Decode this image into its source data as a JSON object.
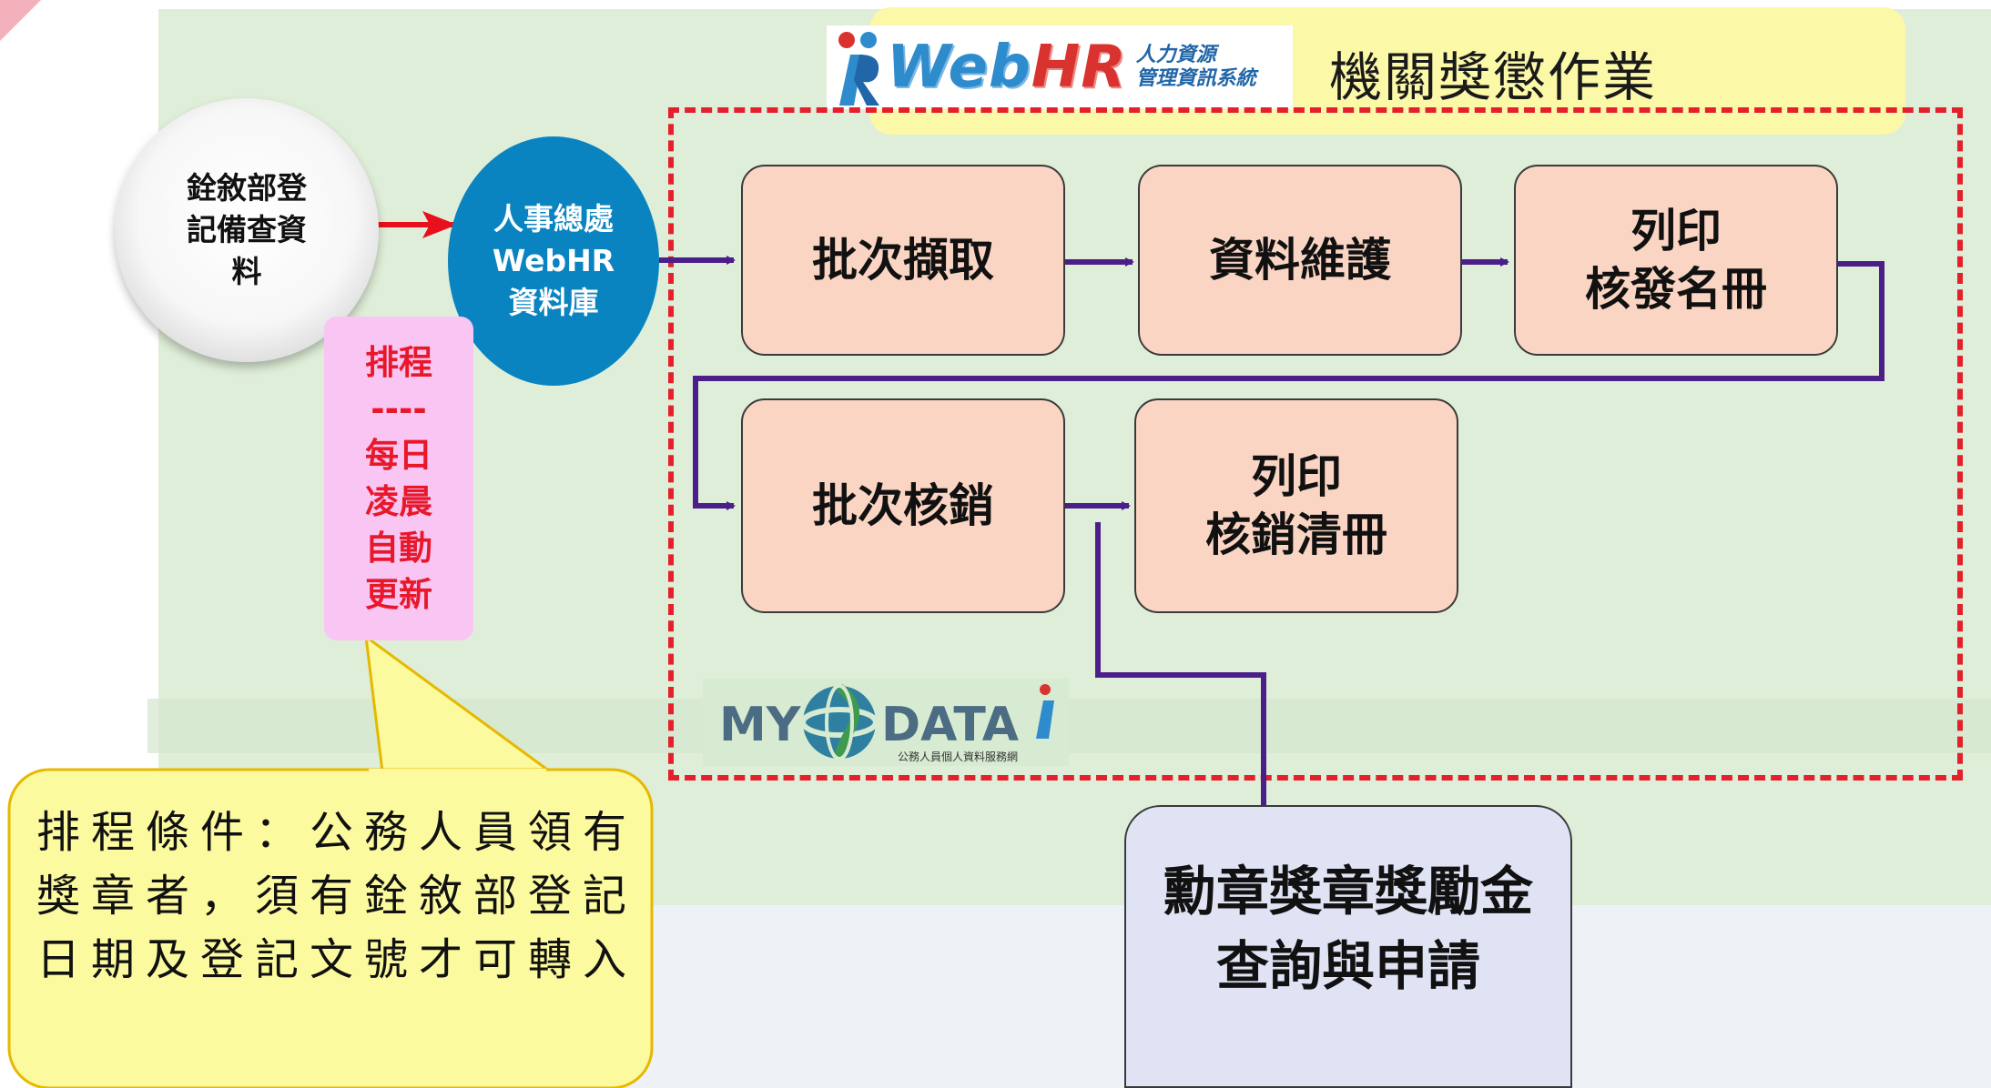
{
  "title": {
    "text": "機關獎懲作業"
  },
  "logos": {
    "webhr": {
      "word_main": "WebHR",
      "sub_line1": "人力資源",
      "sub_line2": "管理資訊系統"
    },
    "mydata": {
      "word_left": "MY",
      "word_right": "DATA",
      "subtitle": "公務人員個人資料服務網"
    }
  },
  "nodes": {
    "source": "銓敘部登\n記備查資\n料",
    "database": "人事總處\nWebHR\n資料庫",
    "schedule": "排程\n----\n每日\n凌晨\n自動\n更新",
    "batch_extract": "批次擷取",
    "data_maintain": "資料維護",
    "print_roster": "列印\n核發名冊",
    "batch_writeoff": "批次核銷",
    "print_writeoff": "列印\n核銷清冊",
    "result": "勳章獎章獎勵金\n查詢與申請"
  },
  "callout": {
    "text": "排程條件：公務人員領有獎章者，須有銓敘部登記日期及登記文號才可轉入"
  },
  "colors": {
    "background_main": "#dfeed8",
    "process_box": "#fbd5c3",
    "database": "#0a84c0",
    "schedule_box": "#f9c6f4",
    "schedule_text": "#e8182b",
    "callout": "#fcfa9f",
    "dashed_border": "#e4202c",
    "flow_arrow": "#4b1e8a",
    "source_arrow": "#e8101c",
    "result_box": "#dfe3f4"
  }
}
